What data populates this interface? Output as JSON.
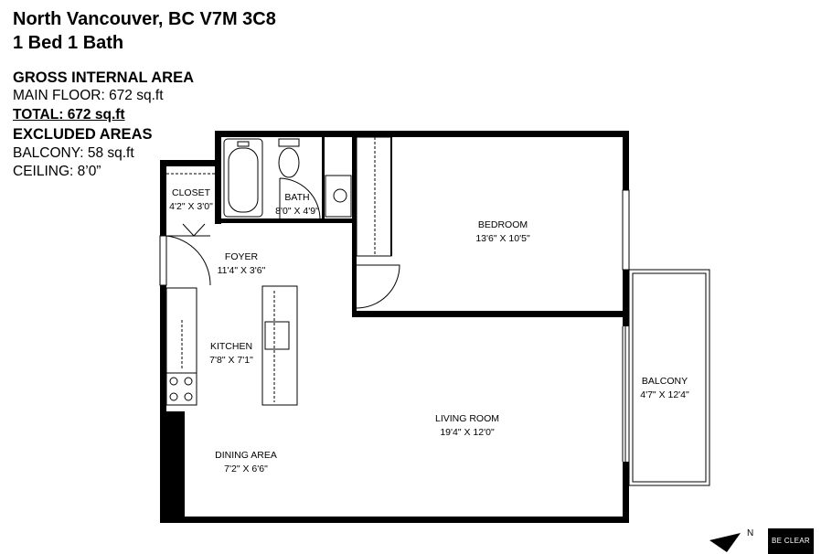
{
  "header": {
    "address_line": "North Vancouver, BC V7M 3C8",
    "beds_baths": "1 Bed 1 Bath"
  },
  "areas": {
    "gross_title": "GROSS INTERNAL AREA",
    "main_floor": "MAIN FLOOR: 672 sq.ft",
    "total": "TOTAL: 672 sq.ft",
    "excluded_title": "EXCLUDED AREAS",
    "balcony": "BALCONY: 58 sq.ft",
    "ceiling": "CEILING: 8’0”"
  },
  "rooms": {
    "closet": {
      "name": "CLOSET",
      "dims": "4'2\" X 3'0\""
    },
    "bath": {
      "name": "BATH",
      "dims": "8'0\" X 4'9\""
    },
    "bedroom": {
      "name": "BEDROOM",
      "dims": "13'6\" X 10'5\""
    },
    "foyer": {
      "name": "FOYER",
      "dims": "11'4\" X 3'6\""
    },
    "kitchen": {
      "name": "KITCHEN",
      "dims": "7'8\" X 7'1\""
    },
    "living": {
      "name": "LIVING ROOM",
      "dims": "19'4\" X 12'0\""
    },
    "dining": {
      "name": "DINING AREA",
      "dims": "7'2\" X 6'6\""
    },
    "balcony": {
      "name": "BALCONY",
      "dims": "4'7\" X 12'4\""
    }
  },
  "compass": {
    "label": "N",
    "icon": "north-arrow-icon"
  },
  "logo": {
    "text": "BE CLEAR"
  }
}
